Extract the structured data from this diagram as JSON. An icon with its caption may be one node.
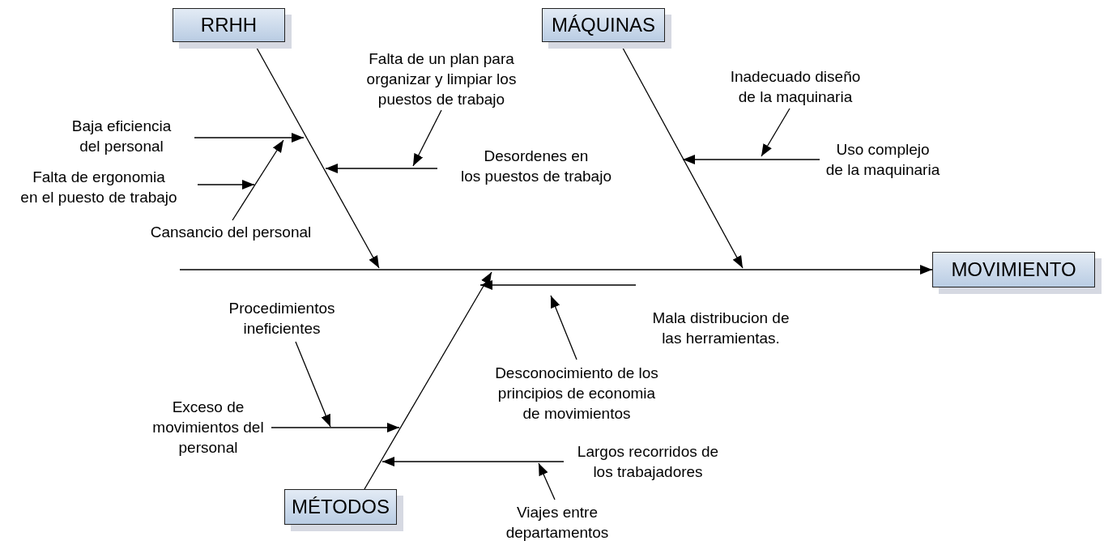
{
  "diagram": {
    "nodes": [
      {
        "text": [
          "RRHH"
        ]
      },
      {
        "text": [
          "MÁQUINAS"
        ]
      },
      {
        "text": [
          "Falta de un plan para organizar y limpiar los puestos de trabajo"
        ]
      },
      {
        "text": [
          "Inadecuado diseño de la maquinaria"
        ]
      },
      {
        "text": [
          "Baja eficiencia del personal"
        ]
      },
      {
        "text": [
          "Desordenes en los puestos de trabajo"
        ]
      },
      {
        "text": [
          "Uso complejo de la maquinaria"
        ]
      },
      {
        "text": [
          "Falta de ergonomia en el puesto de trabajo"
        ]
      },
      {
        "text": [
          "Cansancio del personal"
        ]
      },
      {
        "text": [
          "MOVIMIENTO"
        ]
      },
      {
        "text": [
          "Mala distribucion de las herramientas."
        ]
      },
      {
        "text": [
          "Procedimientos ineficientes"
        ]
      },
      {
        "text": [
          "Desconocimiento de los principios de economia de movimientos"
        ]
      },
      {
        "text": [
          "Exceso de movimientos del personal"
        ]
      },
      {
        "text": [
          "Largos recorridos de los trabajadores"
        ]
      },
      {
        "text": [
          "MÉTODOS"
        ]
      },
      {
        "text": [
          "Viajes entre departamentos"
        ]
      }
    ],
    "edges": [
      {
        "from": null,
        "to": 9,
        "arrow": "to"
      },
      {
        "from": 0,
        "to": null,
        "arrow": "to"
      },
      {
        "from": 1,
        "to": null,
        "arrow": "to"
      },
      {
        "from": 15,
        "to": null,
        "arrow": "to"
      },
      {
        "from": 4,
        "to": null,
        "arrow": "to"
      },
      {
        "from": 7,
        "to": null,
        "arrow": "to"
      },
      {
        "from": 8,
        "to": null,
        "arrow": "to"
      },
      {
        "from": 5,
        "to": null,
        "arrow": "to"
      },
      {
        "from": 2,
        "to": null,
        "arrow": "to"
      },
      {
        "from": 3,
        "to": null,
        "arrow": "to"
      },
      {
        "from": 6,
        "to": null,
        "arrow": "to"
      },
      {
        "from": 10,
        "to": null,
        "arrow": "to"
      },
      {
        "from": 12,
        "to": null,
        "arrow": "to"
      },
      {
        "from": 13,
        "to": null,
        "arrow": "to"
      },
      {
        "from": 11,
        "to": null,
        "arrow": "to"
      },
      {
        "from": 14,
        "to": null,
        "arrow": "to"
      },
      {
        "from": 16,
        "to": null,
        "arrow": "to"
      }
    ]
  }
}
